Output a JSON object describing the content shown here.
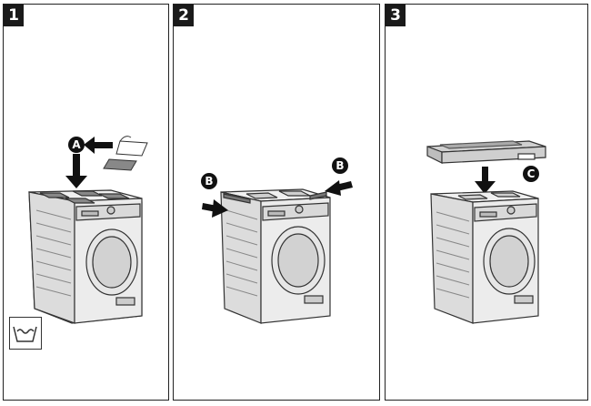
{
  "steps": [
    {
      "number": "1",
      "callouts": [
        "A"
      ],
      "symbol": "wash-basin-icon"
    },
    {
      "number": "2",
      "callouts": [
        "B",
        "B"
      ]
    },
    {
      "number": "3",
      "callouts": [
        "C"
      ]
    }
  ],
  "colors": {
    "outline": "#333333",
    "body_fill": "#ececec",
    "panel_fill": "#d9d9d9",
    "badge": "#1a1a1a"
  }
}
